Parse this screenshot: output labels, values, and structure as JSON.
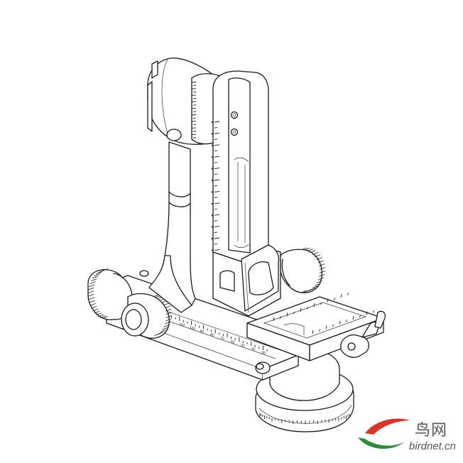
{
  "drawing": {
    "subject": "gimbal-head-line-drawing",
    "vertical_scale_divisions": 22,
    "horizontal_scale_labels": [
      "110",
      "100",
      "90",
      "80",
      "70",
      "60",
      "50",
      "40",
      "30"
    ],
    "colors": {
      "line": "#1a1a1a",
      "background": "#ffffff"
    }
  },
  "watermark": {
    "brand_cn": "鸟网",
    "url": "birdnet.cn",
    "colors": {
      "swoosh_red": "#d9362b",
      "swoosh_green": "#2e8b3a",
      "text": "#555555"
    }
  }
}
